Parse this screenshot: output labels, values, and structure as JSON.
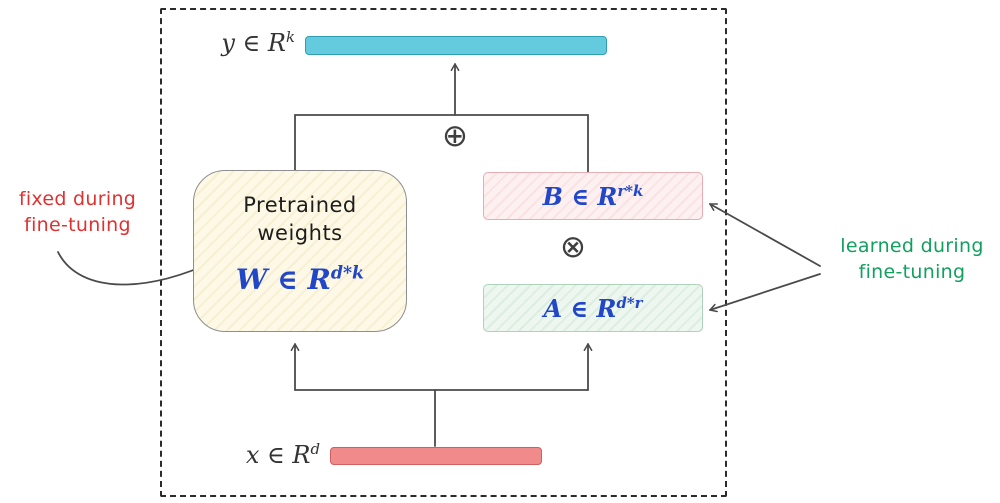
{
  "output": {
    "label_base": "y ∈ R",
    "label_sup": "k"
  },
  "input": {
    "label_base": "x ∈ R",
    "label_sup": "d"
  },
  "pretrained_box": {
    "title_line1": "Pretrained",
    "title_line2": "weights",
    "formula_base": "W ∈ R",
    "formula_sup": "d*k"
  },
  "b_box": {
    "formula_base": "B ∈ R",
    "formula_sup": "r*k"
  },
  "a_box": {
    "formula_base": "A ∈ R",
    "formula_sup": "d*r"
  },
  "operators": {
    "add": "⊕",
    "multiply": "⊗"
  },
  "annotations": {
    "left_line1": "fixed during",
    "left_line2": "fine-tuning",
    "right_line1": "learned during",
    "right_line2": "fine-tuning"
  },
  "colors": {
    "output_bar": "#63cbdd",
    "input_bar": "#f18a8a",
    "pretrained_bg": "#fdf9e6",
    "b_bg": "#fdf0f1",
    "a_bg": "#edf7ef",
    "math_blue": "#2146c7",
    "annotation_red": "#e03131",
    "annotation_green": "#12a05f",
    "connector": "#4a4a4a"
  }
}
